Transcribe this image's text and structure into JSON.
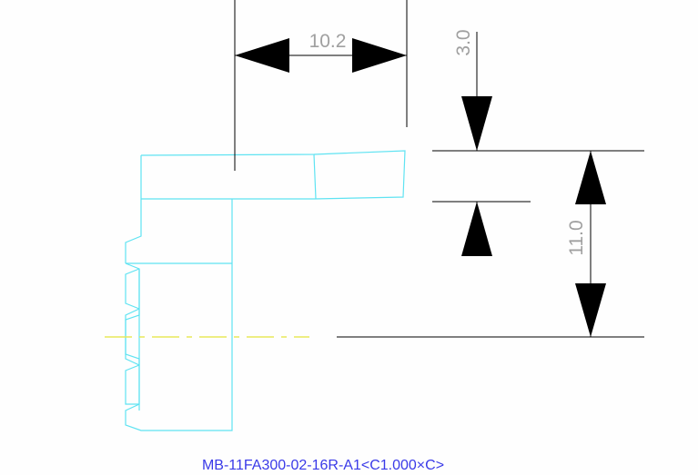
{
  "drawing": {
    "part_number": "MB-11FA300-02-16R-A1<C1.000×C>",
    "dimensions": {
      "width_top": "10.2",
      "height_small": "3.0",
      "height_large": "11.0"
    },
    "colors": {
      "part_outline": "#5fe3f2",
      "dimension_lines": "#000000",
      "dimension_text": "#a0a0a0",
      "centerline": "#e8e85a",
      "caption": "#3a3ae8"
    }
  }
}
